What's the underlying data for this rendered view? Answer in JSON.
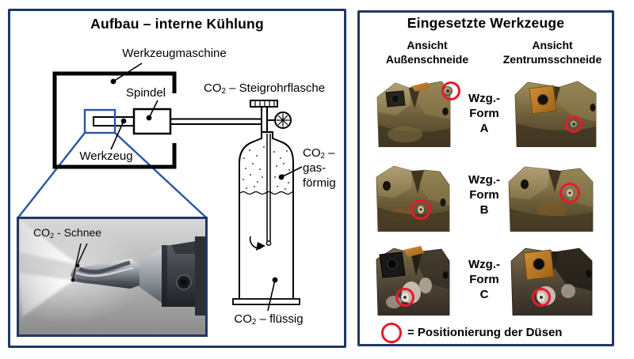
{
  "colors": {
    "panel_border": "#1f3864",
    "magnifier_blue": "#2857a4",
    "marker_red": "#e8192c"
  },
  "left_panel": {
    "title": "Aufbau – interne Kühlung",
    "machine_label": "Werkzeugmaschine",
    "spindle_label": "Spindel",
    "tool_label": "Werkzeug",
    "bottle_label": {
      "pre": "CO",
      "sub": "2",
      "post": " – Steigrohrflasche"
    },
    "gas_label": {
      "pre": "CO",
      "sub": "2",
      "post": " –",
      "line2": "gas-",
      "line3": "förmig"
    },
    "liquid_label": {
      "pre": "CO",
      "sub": "2",
      "post": " – flüssig"
    },
    "snow_label": {
      "pre": "CO",
      "sub": "2",
      "post": " - Schnee"
    }
  },
  "right_panel": {
    "title": "Eingesetzte Werkzeuge",
    "columns": [
      {
        "line1": "Ansicht",
        "line2": "Außenschneide"
      },
      {
        "line1": "Ansicht",
        "line2": "Zentrumsschneide"
      }
    ],
    "tools": [
      {
        "l1": "Wzg.-",
        "l2": "Form",
        "l3": "A"
      },
      {
        "l1": "Wzg.-",
        "l2": "Form",
        "l3": "B"
      },
      {
        "l1": "Wzg.-",
        "l2": "Form",
        "l3": "C"
      }
    ],
    "legend": "= Positionierung der Düsen"
  }
}
